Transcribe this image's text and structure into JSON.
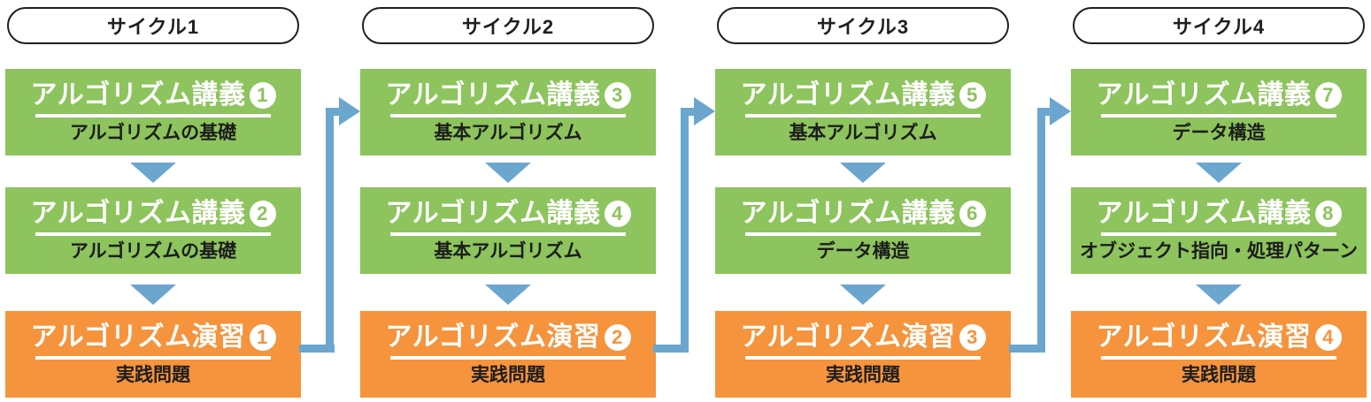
{
  "palette": {
    "lecture_green": "#8dc45d",
    "exercise_orange": "#f5943d",
    "connector_blue": "#6aa6ce",
    "pill_border_black": "#1f1f1f",
    "subtitle_text": "#1d1d1d",
    "title_text": "#ffffff"
  },
  "cycles": [
    {
      "label": "サイクル1",
      "steps": [
        {
          "kind": "lecture",
          "title": "アルゴリズム講義",
          "number": "1",
          "subtitle": "アルゴリズムの基礎"
        },
        {
          "kind": "lecture",
          "title": "アルゴリズム講義",
          "number": "2",
          "subtitle": "アルゴリズムの基礎"
        },
        {
          "kind": "exercise",
          "title": "アルゴリズム演習",
          "number": "1",
          "subtitle": "実践問題"
        }
      ]
    },
    {
      "label": "サイクル2",
      "steps": [
        {
          "kind": "lecture",
          "title": "アルゴリズム講義",
          "number": "3",
          "subtitle": "基本アルゴリズム"
        },
        {
          "kind": "lecture",
          "title": "アルゴリズム講義",
          "number": "4",
          "subtitle": "基本アルゴリズム"
        },
        {
          "kind": "exercise",
          "title": "アルゴリズム演習",
          "number": "2",
          "subtitle": "実践問題"
        }
      ]
    },
    {
      "label": "サイクル3",
      "steps": [
        {
          "kind": "lecture",
          "title": "アルゴリズム講義",
          "number": "5",
          "subtitle": "基本アルゴリズム"
        },
        {
          "kind": "lecture",
          "title": "アルゴリズム講義",
          "number": "6",
          "subtitle": "データ構造"
        },
        {
          "kind": "exercise",
          "title": "アルゴリズム演習",
          "number": "3",
          "subtitle": "実践問題"
        }
      ]
    },
    {
      "label": "サイクル4",
      "steps": [
        {
          "kind": "lecture",
          "title": "アルゴリズム講義",
          "number": "7",
          "subtitle": "データ構造"
        },
        {
          "kind": "lecture",
          "title": "アルゴリズム講義",
          "number": "8",
          "subtitle": "オブジェクト指向・処理パターン"
        },
        {
          "kind": "exercise",
          "title": "アルゴリズム演習",
          "number": "4",
          "subtitle": "実践問題"
        }
      ]
    }
  ]
}
